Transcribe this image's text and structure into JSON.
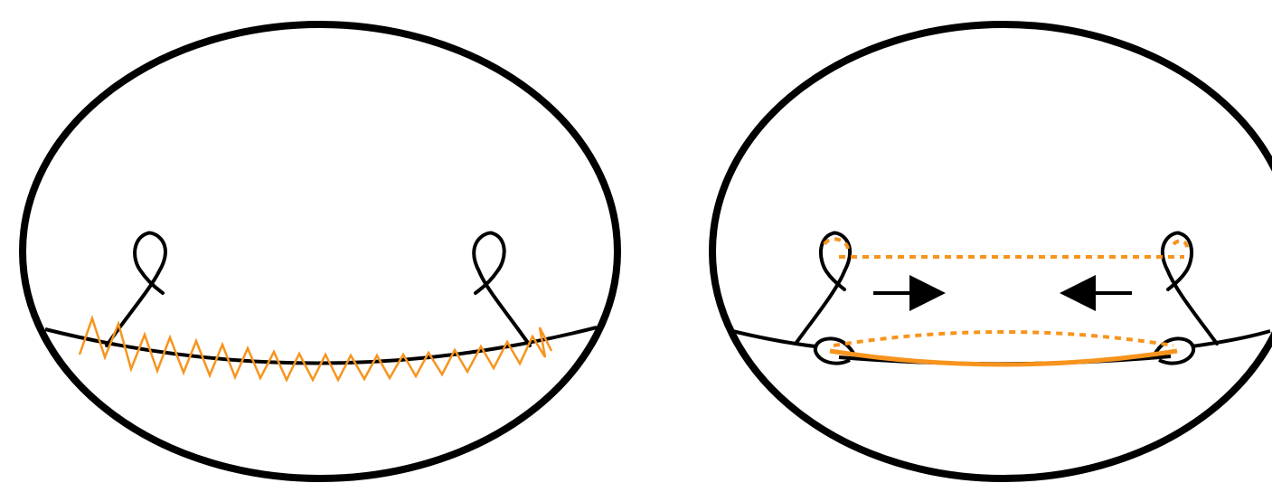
{
  "colors": {
    "ink": "#000000",
    "accent": "#F7941D",
    "background": "#ffffff"
  },
  "panels": [
    {
      "id": "left",
      "elements": [
        "outer-ellipse",
        "boundary-curve",
        "loop-left",
        "loop-right",
        "zigzag-stitch"
      ]
    },
    {
      "id": "right",
      "elements": [
        "outer-ellipse",
        "boundary-curve",
        "loop-left",
        "loop-right",
        "small-boundary-loops",
        "dashed-upper-curve",
        "dashed-lower-curve",
        "solid-lower-curve",
        "arrow-right",
        "arrow-left"
      ]
    }
  ],
  "icons": [
    "arrow-right-icon",
    "arrow-left-icon"
  ]
}
